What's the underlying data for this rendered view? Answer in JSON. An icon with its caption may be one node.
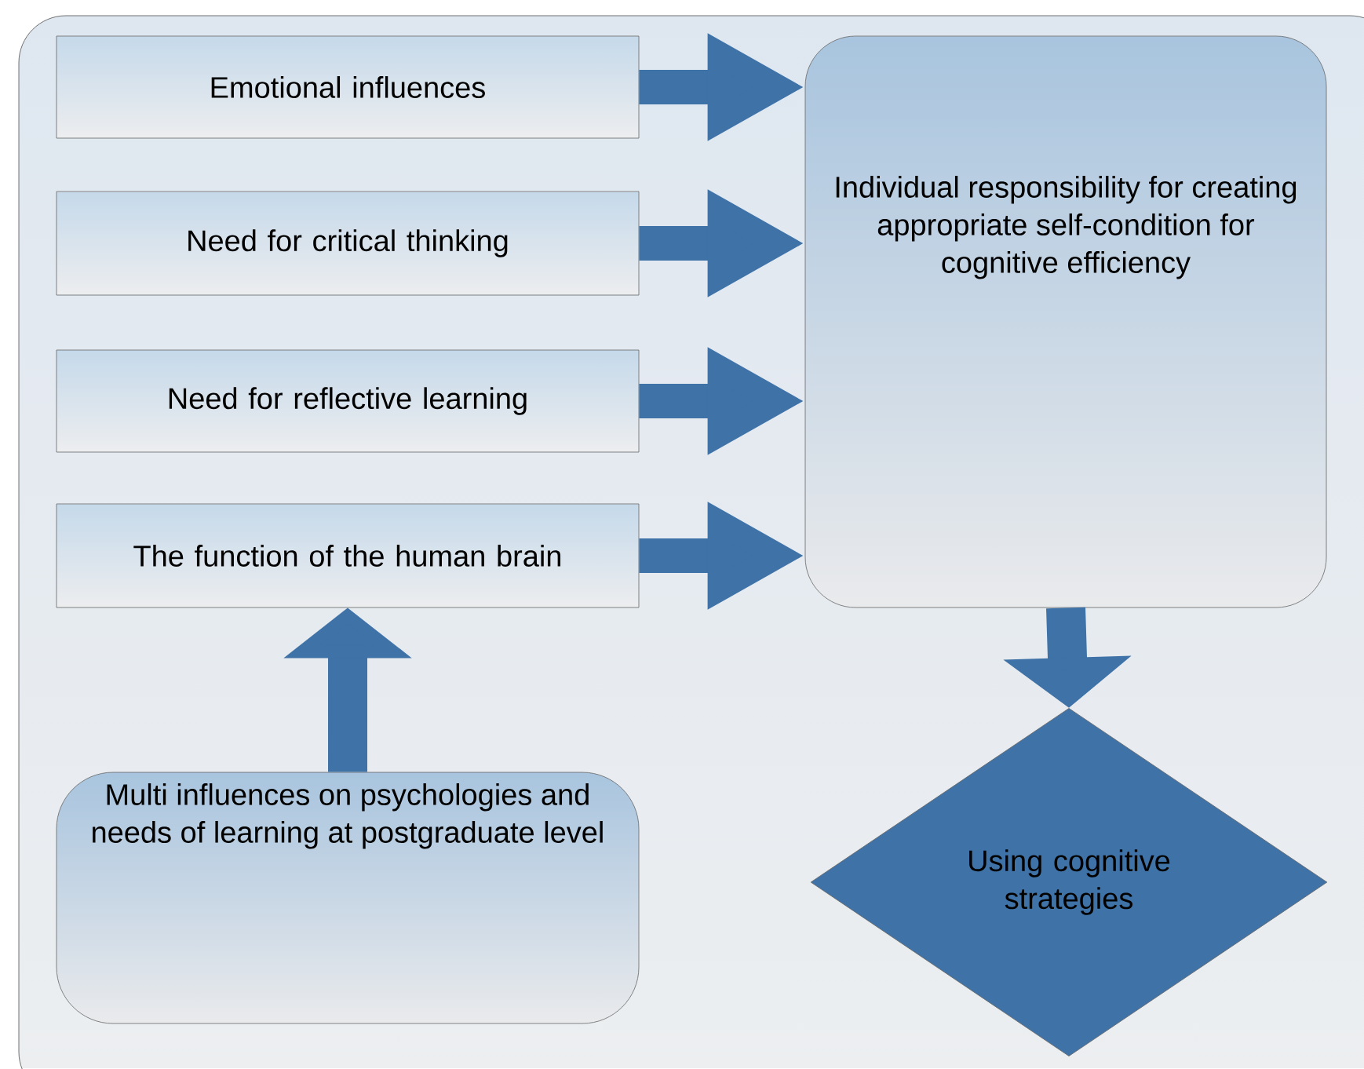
{
  "diagram": {
    "nodes": [
      {
        "text": [
          "Emotional influences"
        ]
      },
      {
        "text": [
          "Need for critical thinking"
        ]
      },
      {
        "text": [
          "Need for reflective learning"
        ]
      },
      {
        "text": [
          "The function of the human brain"
        ]
      },
      {
        "text": [
          "Individual responsibility for creating appropriate self-condition for cognitive efficiency"
        ]
      },
      {
        "text": [
          "Multi influences on psychologies and needs of learning at postgraduate level"
        ]
      },
      {
        "text": [
          "Using cognitive strategies"
        ]
      }
    ],
    "edges": [
      {
        "from": 0,
        "to": 4,
        "arrow": "to"
      },
      {
        "from": 1,
        "to": 4,
        "arrow": "to"
      },
      {
        "from": 2,
        "to": 4,
        "arrow": "to"
      },
      {
        "from": 3,
        "to": 4,
        "arrow": "to"
      },
      {
        "from": 5,
        "to": 3,
        "arrow": "to"
      },
      {
        "from": 4,
        "to": 6,
        "arrow": "to"
      }
    ]
  }
}
